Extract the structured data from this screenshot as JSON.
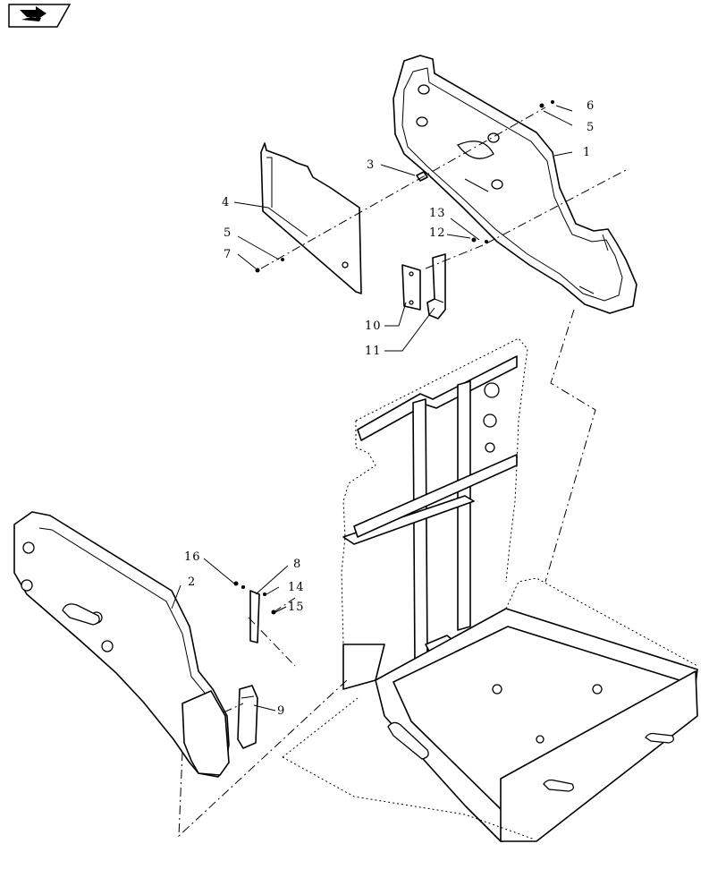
{
  "nav": {
    "icon": "arrow-nav-icon"
  },
  "callouts": [
    {
      "id": "c1",
      "label": "1"
    },
    {
      "id": "c2",
      "label": "2"
    },
    {
      "id": "c3",
      "label": "3"
    },
    {
      "id": "c4",
      "label": "4"
    },
    {
      "id": "c5a",
      "label": "5"
    },
    {
      "id": "c5b",
      "label": "5"
    },
    {
      "id": "c6",
      "label": "6"
    },
    {
      "id": "c7",
      "label": "7"
    },
    {
      "id": "c8",
      "label": "8"
    },
    {
      "id": "c9",
      "label": "9"
    },
    {
      "id": "c10",
      "label": "10"
    },
    {
      "id": "c11",
      "label": "11"
    },
    {
      "id": "c12",
      "label": "12"
    },
    {
      "id": "c13",
      "label": "13"
    },
    {
      "id": "c14",
      "label": "14"
    },
    {
      "id": "c15",
      "label": "15"
    },
    {
      "id": "c16",
      "label": "16"
    }
  ]
}
